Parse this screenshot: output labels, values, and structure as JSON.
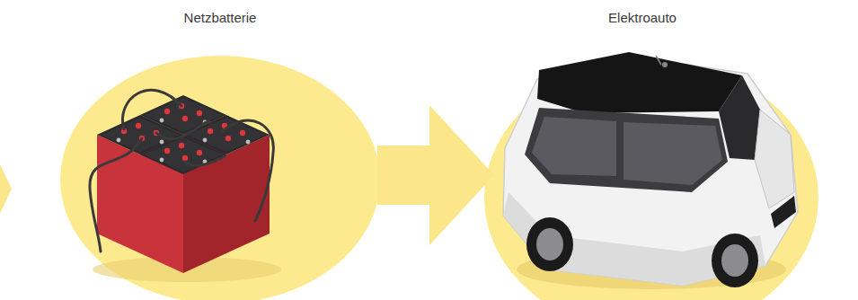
{
  "diagram": {
    "nodes": [
      {
        "text": [
          "Netzbatterie"
        ]
      },
      {
        "text": [
          "Elektroauto"
        ]
      }
    ],
    "edges": [
      {
        "from": 0,
        "to": 1,
        "arrow": "to"
      }
    ]
  }
}
